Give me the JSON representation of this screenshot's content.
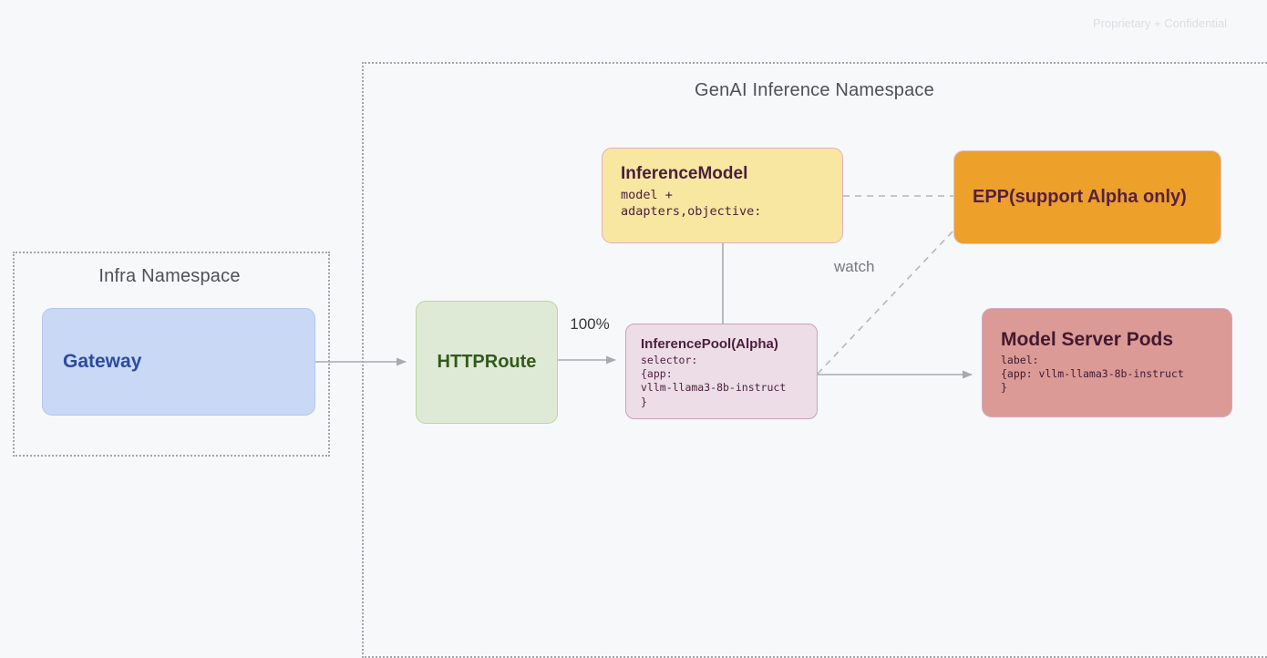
{
  "slide": {
    "watermark": "Proprietary + Confidential",
    "background_color": "#f7f8f9",
    "connector_color": "#a7abb0"
  },
  "infra_namespace": {
    "title": "Infra Namespace",
    "nodes": {
      "gateway": {
        "title": "Gateway",
        "fill": "#c9d8f5",
        "text_color": "#2c4ba0"
      }
    }
  },
  "genai_namespace": {
    "title": "GenAI Inference Namespace",
    "nodes": {
      "inference_model": {
        "title": "InferenceModel",
        "code_lines": [
          "model +",
          "adapters,objective:"
        ],
        "fill": "#f8e7a1",
        "text_color": "#4a1e3d"
      },
      "epp": {
        "title": "EPP(support Alpha only)",
        "fill": "#eda02a",
        "text_color": "#571f41"
      },
      "httproute": {
        "title": "HTTPRoute",
        "fill": "#deead5",
        "text_color": "#33591c"
      },
      "inference_pool": {
        "title": "InferencePool(Alpha)",
        "code_lines": [
          "selector:",
          "{app:",
          "vllm-llama3-8b-instruct",
          "}"
        ],
        "fill": "#ecdde6",
        "text_color": "#4a1e3d"
      },
      "model_server_pods": {
        "title": "Model Server Pods",
        "code_lines": [
          "label:",
          "{app: vllm-llama3-8b-instruct",
          "}"
        ],
        "fill": "#db9a96",
        "text_color": "#44192f"
      }
    },
    "edge_labels": {
      "route_weight": "100%",
      "watch": "watch"
    }
  }
}
